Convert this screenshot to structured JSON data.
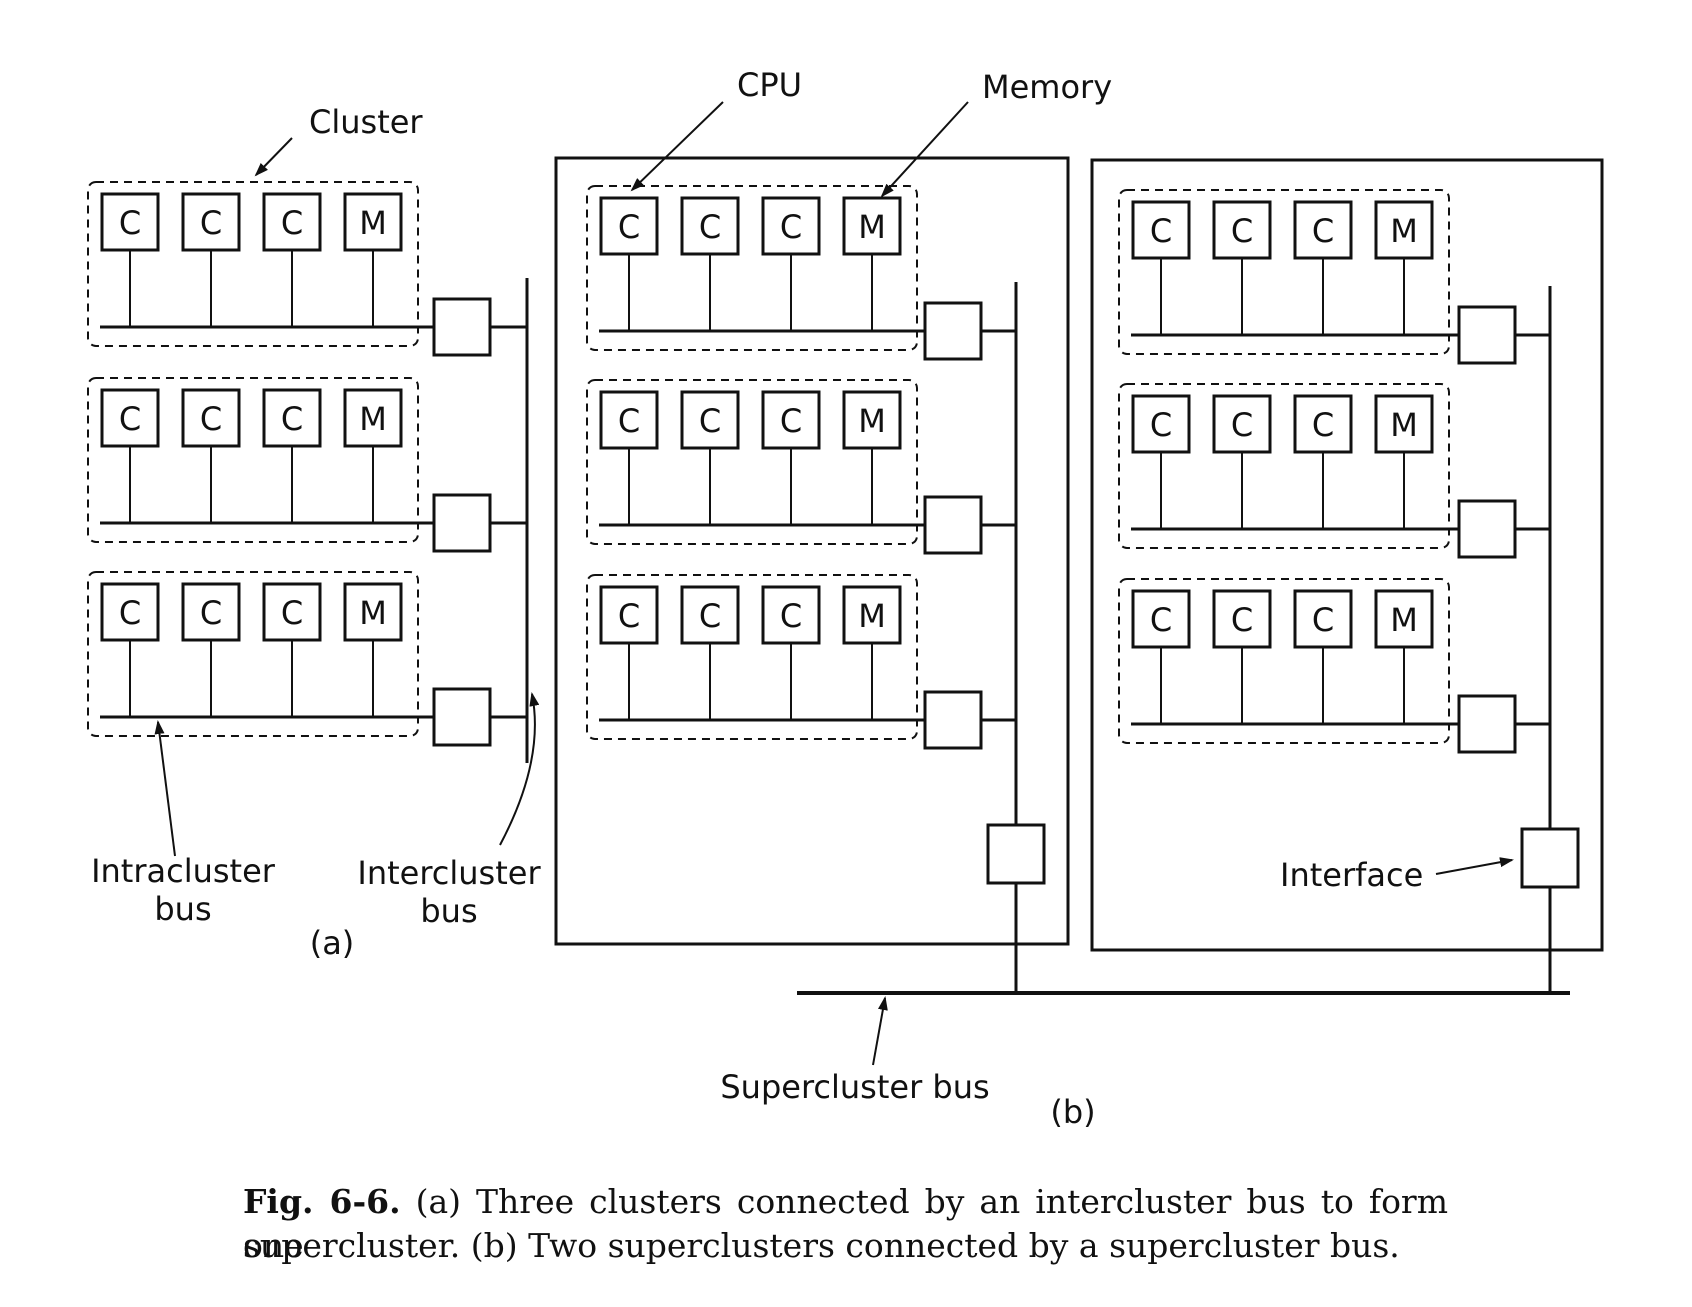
{
  "unit_labels": {
    "cpu": "C",
    "memory": "M"
  },
  "labels": {
    "cluster": "Cluster",
    "cpu": "CPU",
    "memory": "Memory",
    "intracluster_line1": "Intracluster",
    "intracluster_line2": "bus",
    "intercluster_line1": "Intercluster",
    "intercluster_line2": "bus",
    "interface": "Interface",
    "supercluster_bus": "Supercluster bus",
    "part_a": "(a)",
    "part_b": "(b)"
  },
  "caption": {
    "figure_number": "Fig. 6-6.",
    "line1": "(a) Three clusters connected by an intercluster bus to form one",
    "line2": "supercluster. (b) Two superclusters connected by a supercluster bus."
  }
}
